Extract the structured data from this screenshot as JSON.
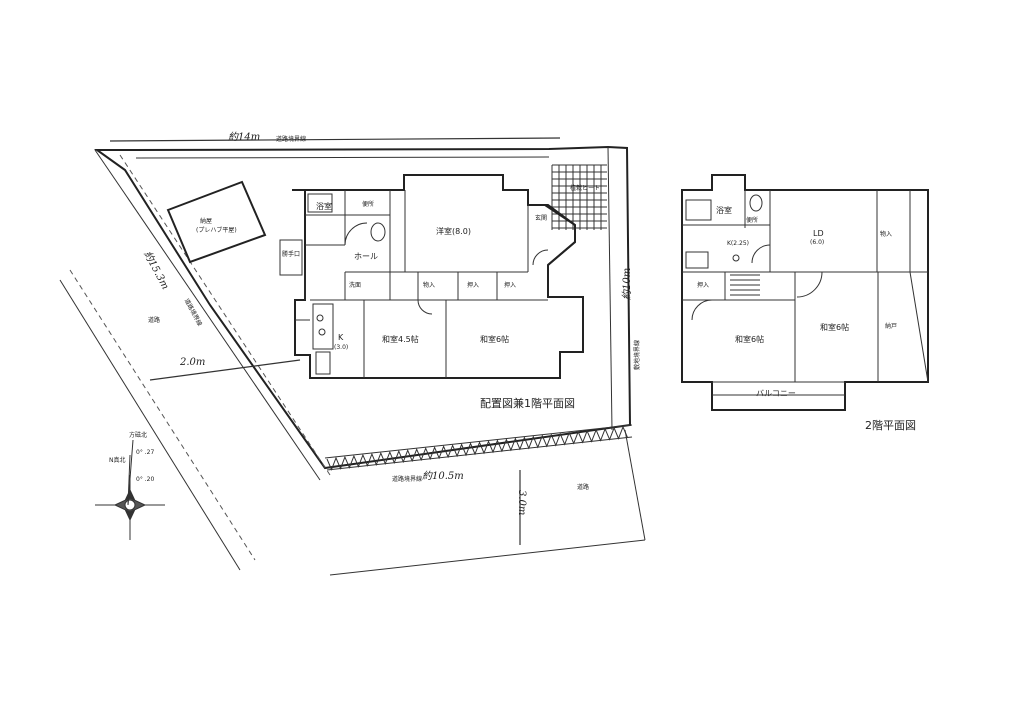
{
  "site": {
    "top_length": "約14m",
    "top_boundary": "道路境界線",
    "left_length": "約15.3m",
    "left_boundary": "道路境界線",
    "right_length": "約10m",
    "right_boundary": "敷地境界線",
    "bottom_length": "約10.5m",
    "bottom_boundary": "道路境界線",
    "road_label": "道路",
    "road_left_width": "2.0m",
    "road_bottom_label": "道路",
    "road_bottom_width": "3.0m",
    "shed_label": "納屋",
    "shed_sub": "(プレハブ平屋)",
    "planting": "植栽ヒート"
  },
  "compass": {
    "magnetic_north": "方磁北",
    "true_north": "N真北",
    "angle_a": "0° .27",
    "angle_b": "0° .20"
  },
  "floor1": {
    "title": "配置図兼1階平面図",
    "rooms": {
      "bath": "浴室",
      "toilet": "便所",
      "western": "洋室(8.0)",
      "entrance": "玄関",
      "back_door": "勝手口",
      "hall": "ホール",
      "washroom": "洗面",
      "storage": "物入",
      "closet_a": "押入",
      "closet_b": "押入",
      "k_label": "K",
      "k_size": "(3.0)",
      "japanese_a": "和室4.5帖",
      "japanese_b": "和室6帖"
    }
  },
  "floor2": {
    "title": "2階平面図",
    "rooms": {
      "bath": "浴室",
      "toilet": "便所",
      "kitchen": "K(2.25)",
      "ld": "LD",
      "ld_size": "(6.0)",
      "storage": "物入",
      "closet": "押入",
      "japanese_a": "和室6帖",
      "japanese_b": "和室6帖",
      "closet_nando": "納戸",
      "balcony": "バルコニー"
    }
  }
}
